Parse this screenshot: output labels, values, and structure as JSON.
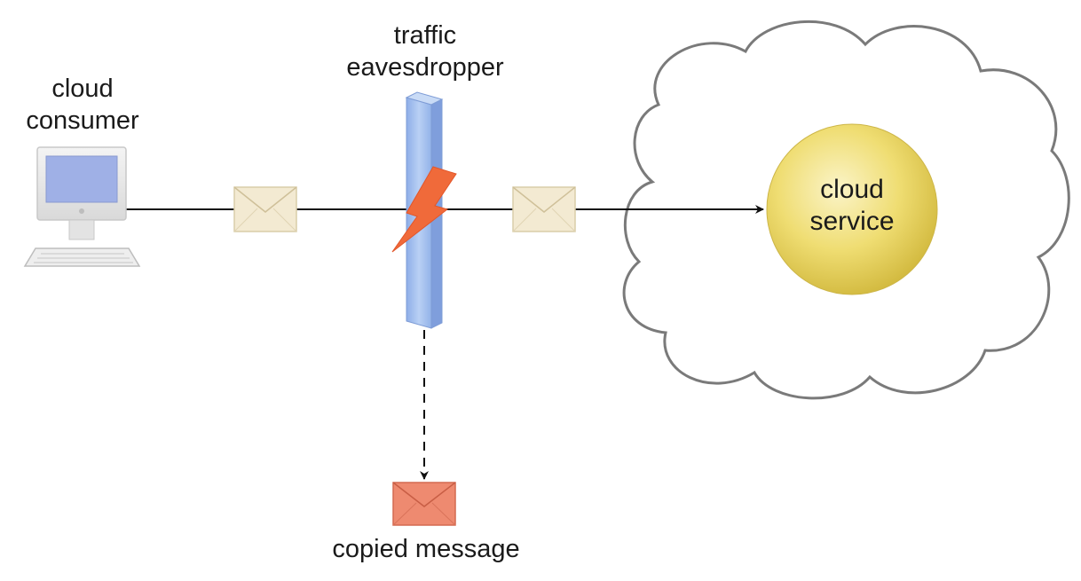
{
  "consumer": {
    "label_line1": "cloud",
    "label_line2": "consumer",
    "icon": "desktop-computer-icon"
  },
  "eavesdropper": {
    "label_line1": "traffic",
    "label_line2": "eavesdropper",
    "icon": "lightning-icon"
  },
  "service": {
    "label_line1": "cloud",
    "label_line2": "service",
    "icon": "cloud-icon"
  },
  "copied": {
    "label": "copied message",
    "icon": "envelope-icon"
  },
  "colors": {
    "envelope": "#f3ead2",
    "copied_envelope": "#ee8a70",
    "bar": "#a9c4ee",
    "bolt": "#f06a3a",
    "sphere": "#f1e27a",
    "monitor_screen": "#9fb0e6"
  }
}
